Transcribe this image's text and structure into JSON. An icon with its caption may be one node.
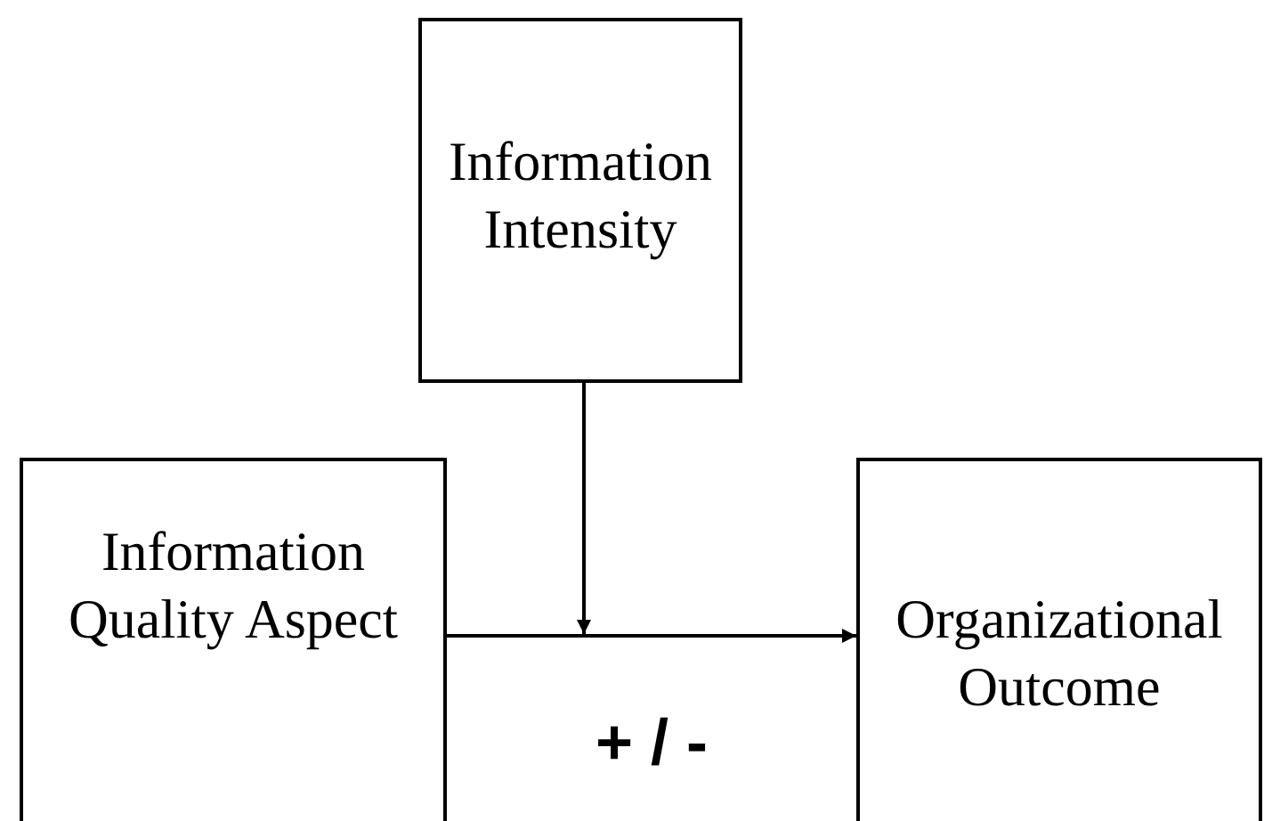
{
  "diagram": {
    "nodes": [
      {
        "text": [
          "Information Intensity"
        ]
      },
      {
        "text": [
          "Information Quality Aspect"
        ]
      },
      {
        "text": [
          "Organizational Outcome"
        ]
      }
    ],
    "edges": [
      {
        "from": 0,
        "to": null,
        "arrow": "to"
      },
      {
        "from": 1,
        "to": 2,
        "arrow": "to"
      }
    ],
    "labels": [
      "+ / -"
    ]
  }
}
